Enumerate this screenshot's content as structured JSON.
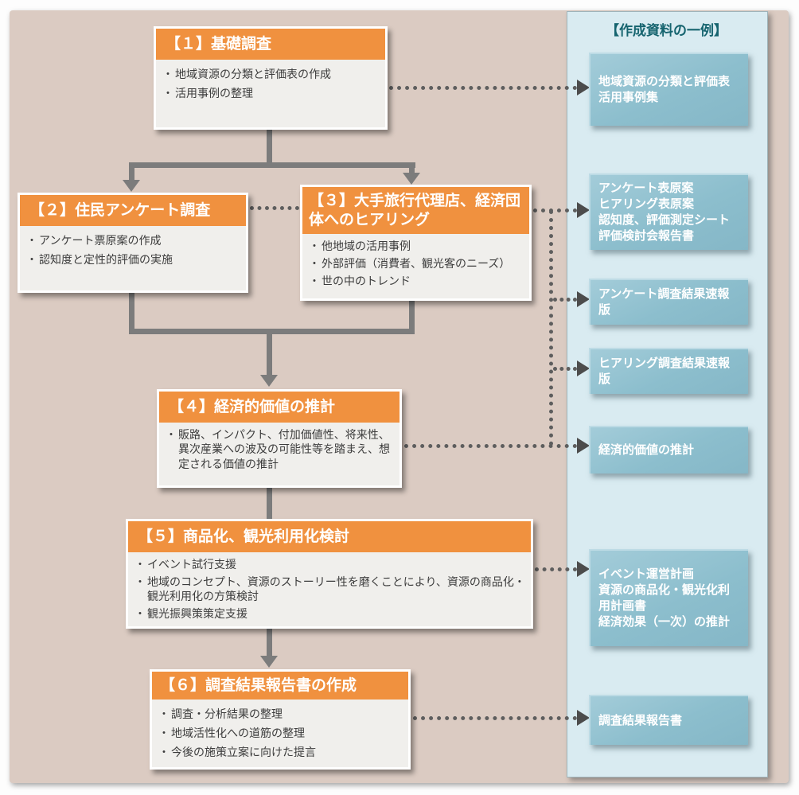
{
  "panel": {
    "title": "【作成資料の一例】"
  },
  "ui": {
    "bullet": "・"
  },
  "colors": {
    "step_header": "#f0913f",
    "step_body": "#f0efec",
    "background": "#dbcbc2",
    "panel_bg": "#d9ebf1",
    "panel_title": "#16646f",
    "deliverable_box": "#8cbecd",
    "arrow": "#7c7c7c",
    "dotted_line": "#5e5e5e"
  },
  "steps": [
    {
      "title": "【１】基礎調査",
      "bullets": [
        "地域資源の分類と評価表の作成",
        "活用事例の整理"
      ]
    },
    {
      "title": "【２】住民アンケート調査",
      "bullets": [
        "アンケート票原案の作成",
        "認知度と定性的評価の実施"
      ]
    },
    {
      "title": "【３】大手旅行代理店、経済団体へのヒアリング",
      "bullets": [
        "他地域の活用事例",
        "外部評価（消費者、観光客のニーズ）",
        "世の中のトレンド"
      ]
    },
    {
      "title": "【４】経済的価値の推計",
      "bullets": [
        "販路、インパクト、付加価値性、将来性、異次産業への波及の可能性等を踏まえ、想定される価値の推計"
      ]
    },
    {
      "title": "【５】商品化、観光利用化検討",
      "bullets": [
        "イベント試行支援",
        "地域のコンセプト、資源のストーリー性を磨くことにより、資源の商品化・観光利用化の方策検討",
        "観光振興策策定支援"
      ]
    },
    {
      "title": "【６】調査結果報告書の作成",
      "bullets": [
        "調査・分析結果の整理",
        "地域活性化への道筋の整理",
        "今後の施策立案に向けた提言"
      ]
    }
  ],
  "deliverables": [
    {
      "lines": [
        "地域資源の分類と評価表",
        "活用事例集"
      ]
    },
    {
      "lines": [
        "アンケート表原案",
        "ヒアリング表原案",
        "認知度、評価測定シート",
        "評価検討会報告書"
      ]
    },
    {
      "lines": [
        "アンケート調査結果速報版"
      ]
    },
    {
      "lines": [
        "ヒアリング調査結果速報版"
      ]
    },
    {
      "lines": [
        "経済的価値の推計"
      ]
    },
    {
      "lines": [
        "イベント運営計画",
        "資源の商品化・観光化利用計画書",
        "経済効果（一次）の推計"
      ]
    },
    {
      "lines": [
        "調査結果報告書"
      ]
    }
  ]
}
